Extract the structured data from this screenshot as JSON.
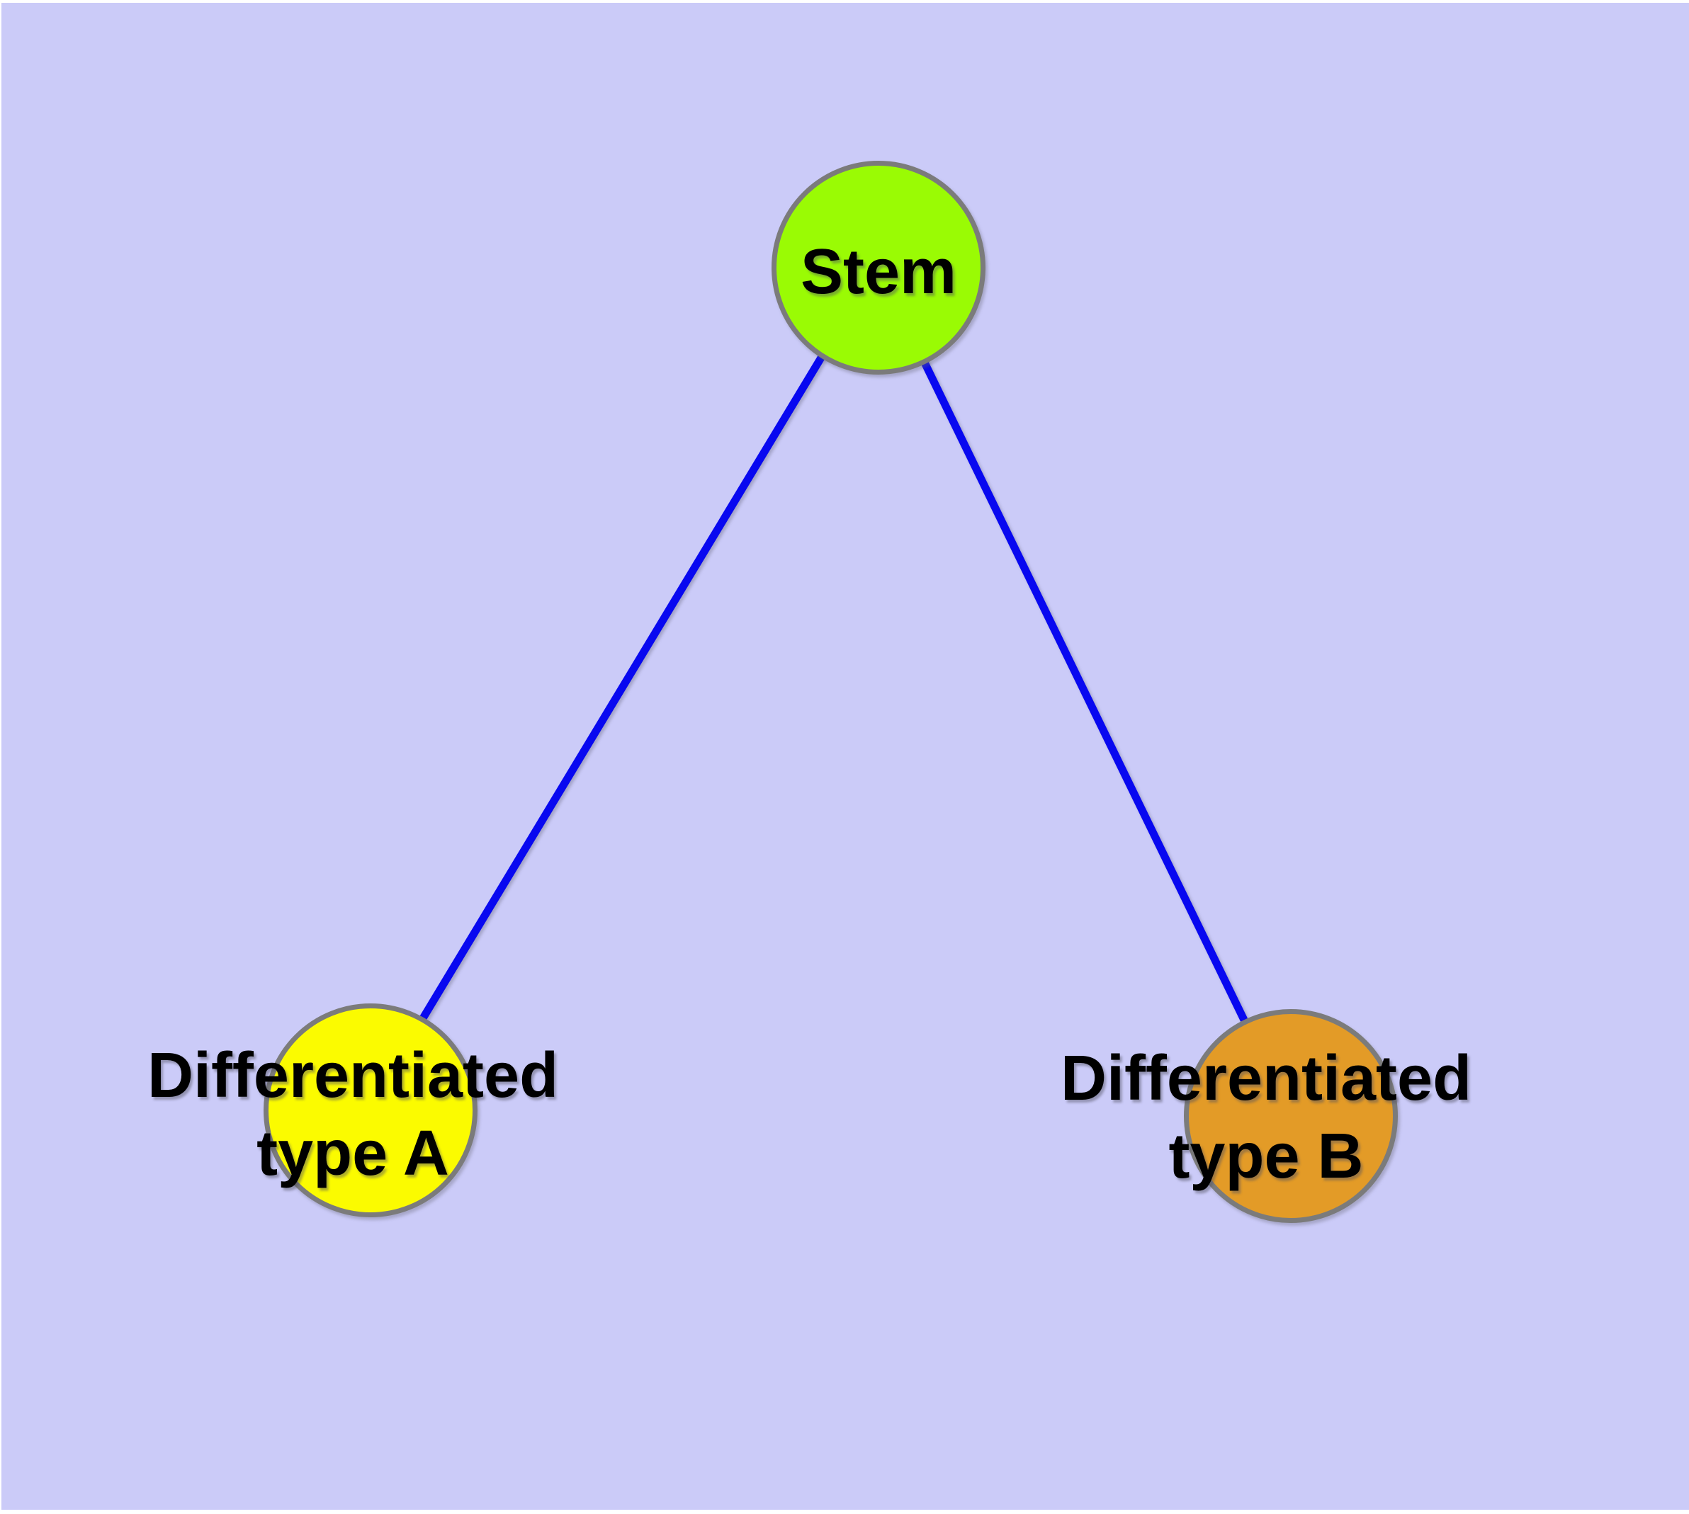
{
  "diagram": {
    "type": "node-link-tree",
    "colors": {
      "background": "#CBCBF8",
      "edge": "#0808F0",
      "node_border": "#7B7B7B",
      "stem_fill": "#9AFB04",
      "type_a_fill": "#FBFB00",
      "type_b_fill": "#E39B27",
      "label_text": "#000000"
    },
    "nodes": [
      {
        "id": "stem",
        "lines": [
          "Stem"
        ]
      },
      {
        "id": "type-a",
        "lines": [
          "Differentiated",
          "type A"
        ]
      },
      {
        "id": "type-b",
        "lines": [
          "Differentiated",
          "type B"
        ]
      }
    ],
    "edges": [
      {
        "from": "stem",
        "to": "type-a"
      },
      {
        "from": "stem",
        "to": "type-b"
      }
    ]
  }
}
